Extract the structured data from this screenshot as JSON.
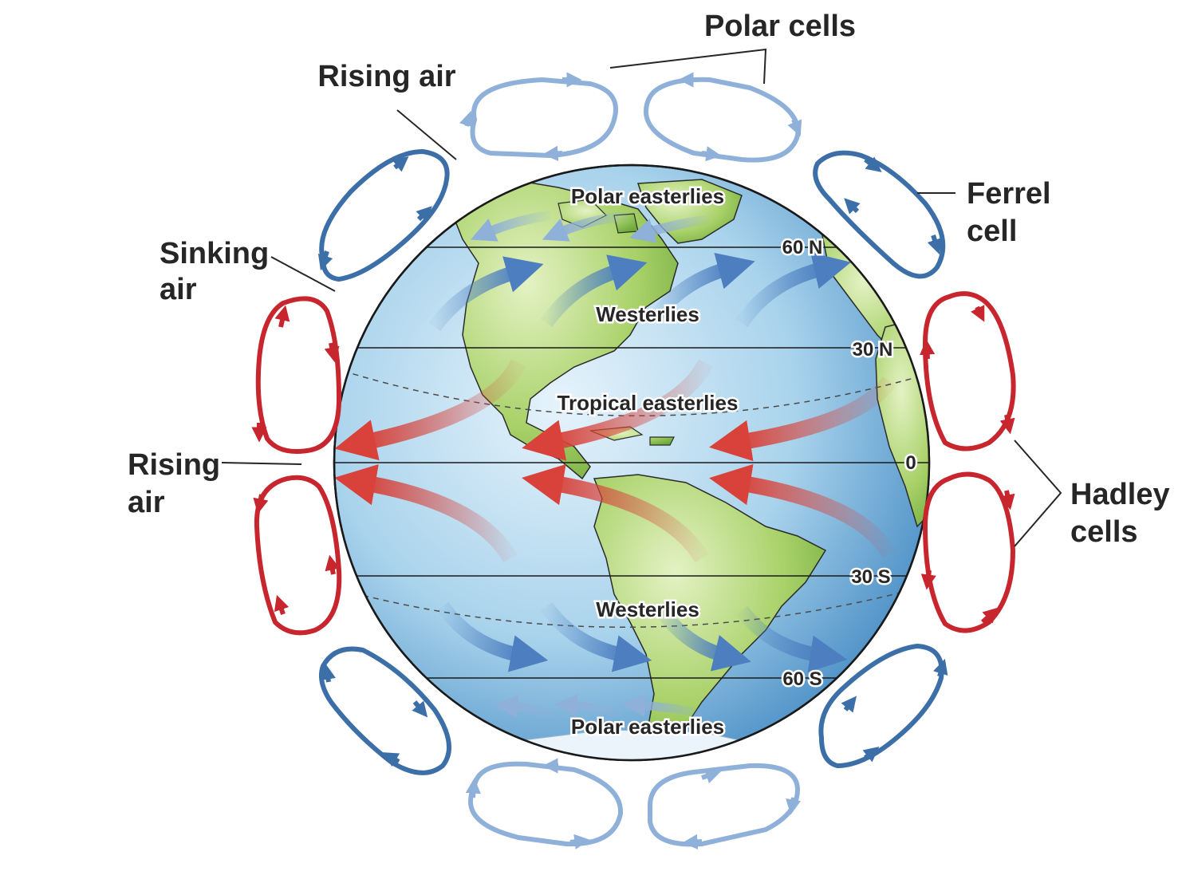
{
  "labels": {
    "polar_cells": "Polar cells",
    "rising_air_top": "Rising air",
    "sinking_air_line1": "Sinking",
    "sinking_air_line2": "air",
    "rising_air_line1": "Rising",
    "rising_air_line2": "air",
    "ferrel_line1": "Ferrel",
    "ferrel_line2": "cell",
    "hadley_line1": "Hadley",
    "hadley_line2": "cells"
  },
  "wind_belts": {
    "polar_easterlies_north": "Polar easterlies",
    "westerlies_north": "Westerlies",
    "tropical_easterlies": "Tropical easterlies",
    "westerlies_south": "Westerlies",
    "polar_easterlies_south": "Polar easterlies"
  },
  "latitudes": {
    "lat_60n": "60 N",
    "lat_30n": "30 N",
    "lat_0": "0",
    "lat_30s": "30 S",
    "lat_60s": "60 S"
  },
  "colors": {
    "polar_cell": "#8fb0d8",
    "ferrel_cell": "#3c6fa8",
    "hadley_cell": "#c8262e",
    "ocean": "#a9d3ec",
    "land": "#9ccc5a",
    "warm_wind": "#d8423a",
    "cool_wind": "#4d7fc0"
  }
}
